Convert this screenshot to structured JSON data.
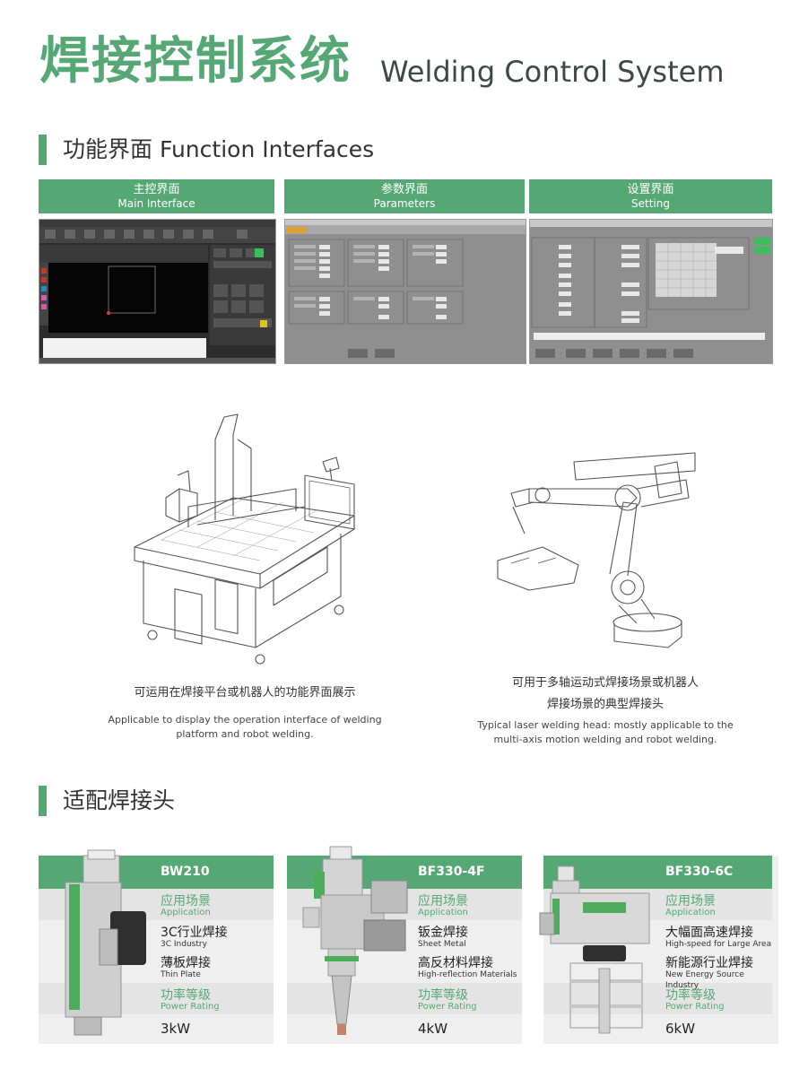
{
  "header": {
    "title_cn": "焊接控制系统",
    "title_en": "Welding Control System"
  },
  "section_function": {
    "title": "功能界面 Function Interfaces",
    "tabs": [
      {
        "cn": "主控界面",
        "en": "Main Interface"
      },
      {
        "cn": "参数界面",
        "en": "Parameters"
      },
      {
        "cn": "设置界面",
        "en": "Setting"
      }
    ]
  },
  "illustrations": {
    "platform": {
      "caption_cn": "可运用在焊接平台或机器人的功能界面展示",
      "caption_en_1": "Applicable to display the operation interface of welding",
      "caption_en_2": "platform and robot welding."
    },
    "robot": {
      "caption_cn_1": "可用于多轴运动式焊接场景或机器人",
      "caption_cn_2": "焊接场景的典型焊接头",
      "caption_en_1": "Typical laser welding head: mostly applicable to the",
      "caption_en_2": "multi-axis motion welding and robot welding."
    }
  },
  "section_heads": {
    "title": "适配焊接头"
  },
  "products": [
    {
      "name": "BW210",
      "app_label_cn": "应用场景",
      "app_label_en": "Application",
      "apps": [
        {
          "cn": "3C行业焊接",
          "en": "3C Industry"
        },
        {
          "cn": "薄板焊接",
          "en": "Thin Plate"
        }
      ],
      "power_label_cn": "功率等级",
      "power_label_en": "Power Rating",
      "power": "3kW"
    },
    {
      "name": "BF330-4F",
      "app_label_cn": "应用场景",
      "app_label_en": "Application",
      "apps": [
        {
          "cn": "钣金焊接",
          "en": "Sheet Metal"
        },
        {
          "cn": "高反材料焊接",
          "en": "High-reflection Materials"
        }
      ],
      "power_label_cn": "功率等级",
      "power_label_en": "Power Rating",
      "power": "4kW"
    },
    {
      "name": "BF330-6C",
      "app_label_cn": "应用场景",
      "app_label_en": "Application",
      "apps": [
        {
          "cn": "大幅面高速焊接",
          "en": "High-speed for Large Area"
        },
        {
          "cn": "新能源行业焊接",
          "en": "New Energy Source Industry"
        }
      ],
      "power_label_cn": "功率等级",
      "power_label_en": "Power Rating",
      "power": "6kW"
    }
  ],
  "colors": {
    "brand_green": "#55a874",
    "screen_dark": "#2b2b2b",
    "screen_gray": "#8c8c8c"
  }
}
